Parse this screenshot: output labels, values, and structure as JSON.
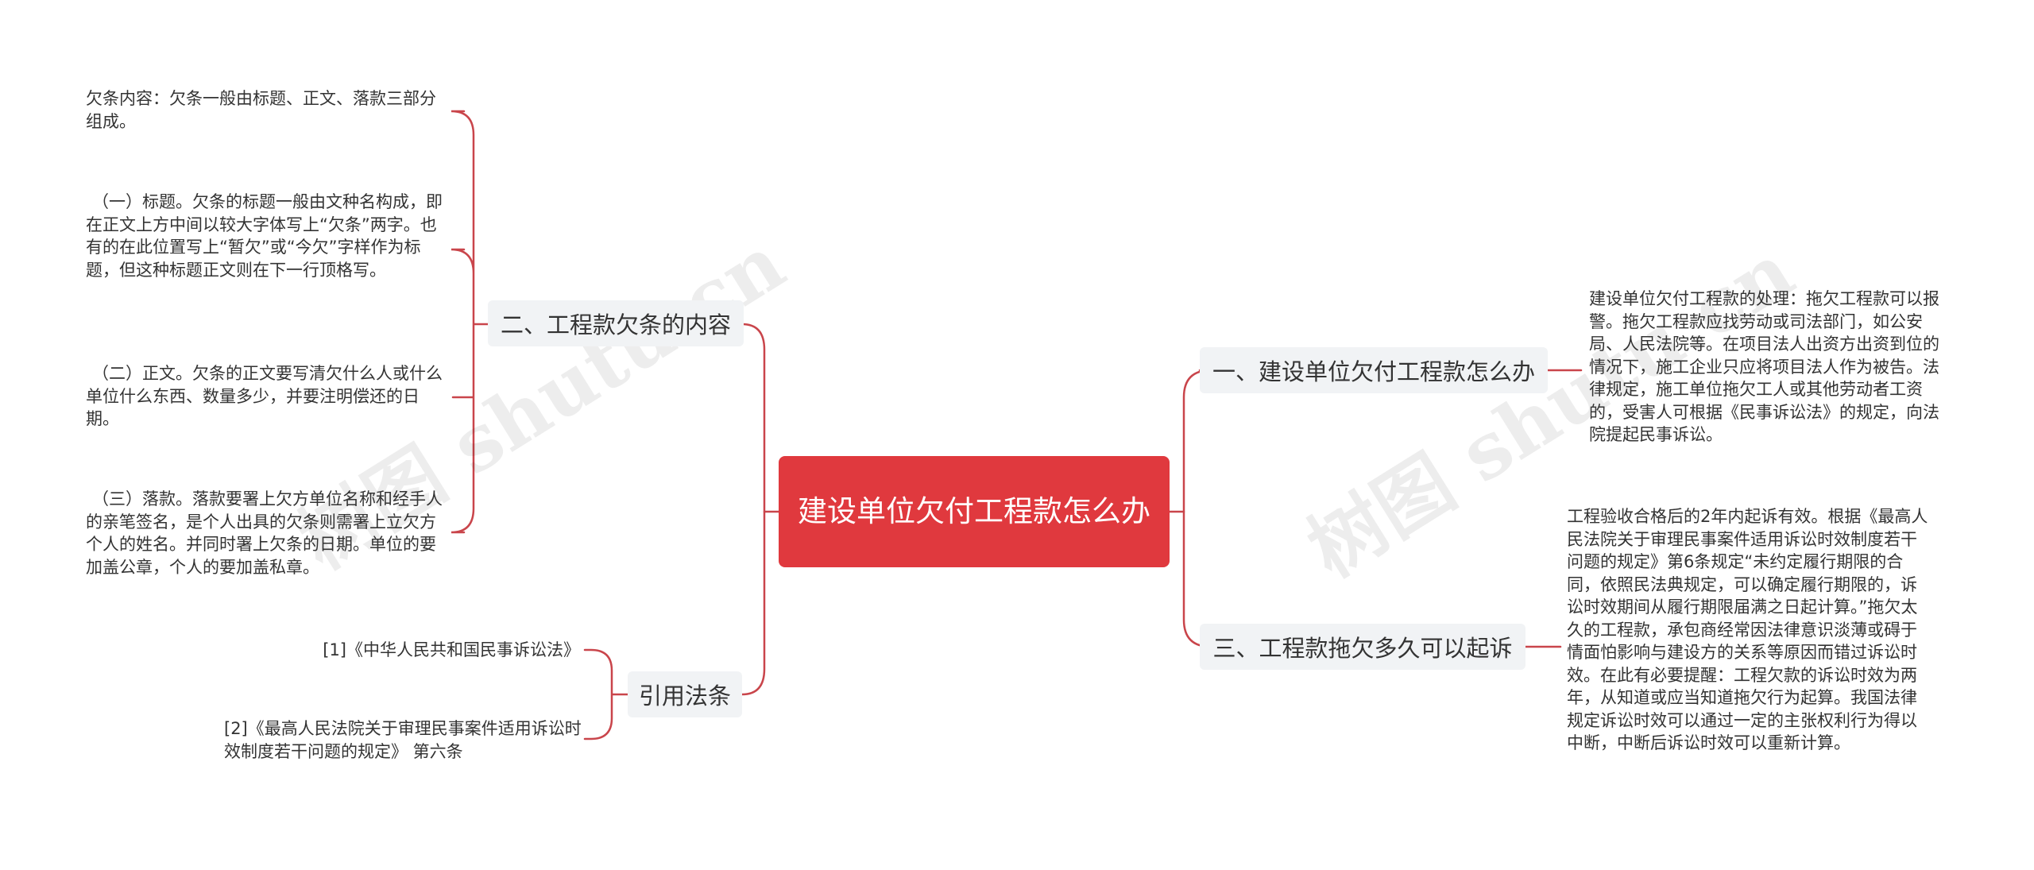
{
  "root": {
    "title": "建设单位欠付工程款怎么办"
  },
  "branches": {
    "b1": {
      "label": "一、建设单位欠付工程款怎么办",
      "notes": [
        "建设单位欠付工程款的处理：拖欠工程款可以报警。拖欠工程款应找劳动或司法部门，如公安局、人民法院等。在项目法人出资方出资到位的情况下，施工企业只应将项目法人作为被告。法律规定，施工单位拖欠工人或其他劳动者工资的，受害人可根据《民事诉讼法》的规定，向法院提起民事诉讼。"
      ]
    },
    "b2": {
      "label": "二、工程款欠条的内容",
      "notes": [
        "欠条内容：欠条一般由标题、正文、落款三部分组成。",
        "（一）标题。欠条的标题一般由文种名构成，即在正文上方中间以较大字体写上“欠条”两字。也有的在此位置写上“暂欠”或“今欠”字样作为标题，但这种标题正文则在下一行顶格写。",
        "（二）正文。欠条的正文要写清欠什么人或什么单位什么东西、数量多少，并要注明偿还的日期。",
        "（三）落款。落款要署上欠方单位名称和经手人的亲笔签名，是个人出具的欠条则需署上立欠方个人的姓名。并同时署上欠条的日期。单位的要加盖公章，个人的要加盖私章。"
      ]
    },
    "b3": {
      "label": "三、工程款拖欠多久可以起诉",
      "notes": [
        "工程验收合格后的2年内起诉有效。根据《最高人民法院关于审理民事案件适用诉讼时效制度若干问题的规定》第6条规定“未约定履行期限的合同，依照民法典规定，可以确定履行期限的，诉讼时效期间从履行期限届满之日起计算。”拖欠太久的工程款，承包商经常因法律意识淡薄或碍于情面怕影响与建设方的关系等原因而错过诉讼时效。在此有必要提醒：工程欠款的诉讼时效为两年，从知道或应当知道拖欠行为起算。我国法律规定诉讼时效可以通过一定的主张权利行为得以中断，中断后诉讼时效可以重新计算。"
      ]
    },
    "b4": {
      "label": "引用法条",
      "notes": [
        "[1]《中华人民共和国民事诉讼法》",
        "[2]《最高人民法院关于审理民事案件适用诉讼时效制度若干问题的规定》 第六条"
      ]
    }
  },
  "watermarks": [
    "树图 shutu.cn",
    "树图 shutu.cn"
  ],
  "colors": {
    "accent": "#e0393e",
    "line": "#c9454b",
    "branch_bg": "#f1f3f5"
  }
}
